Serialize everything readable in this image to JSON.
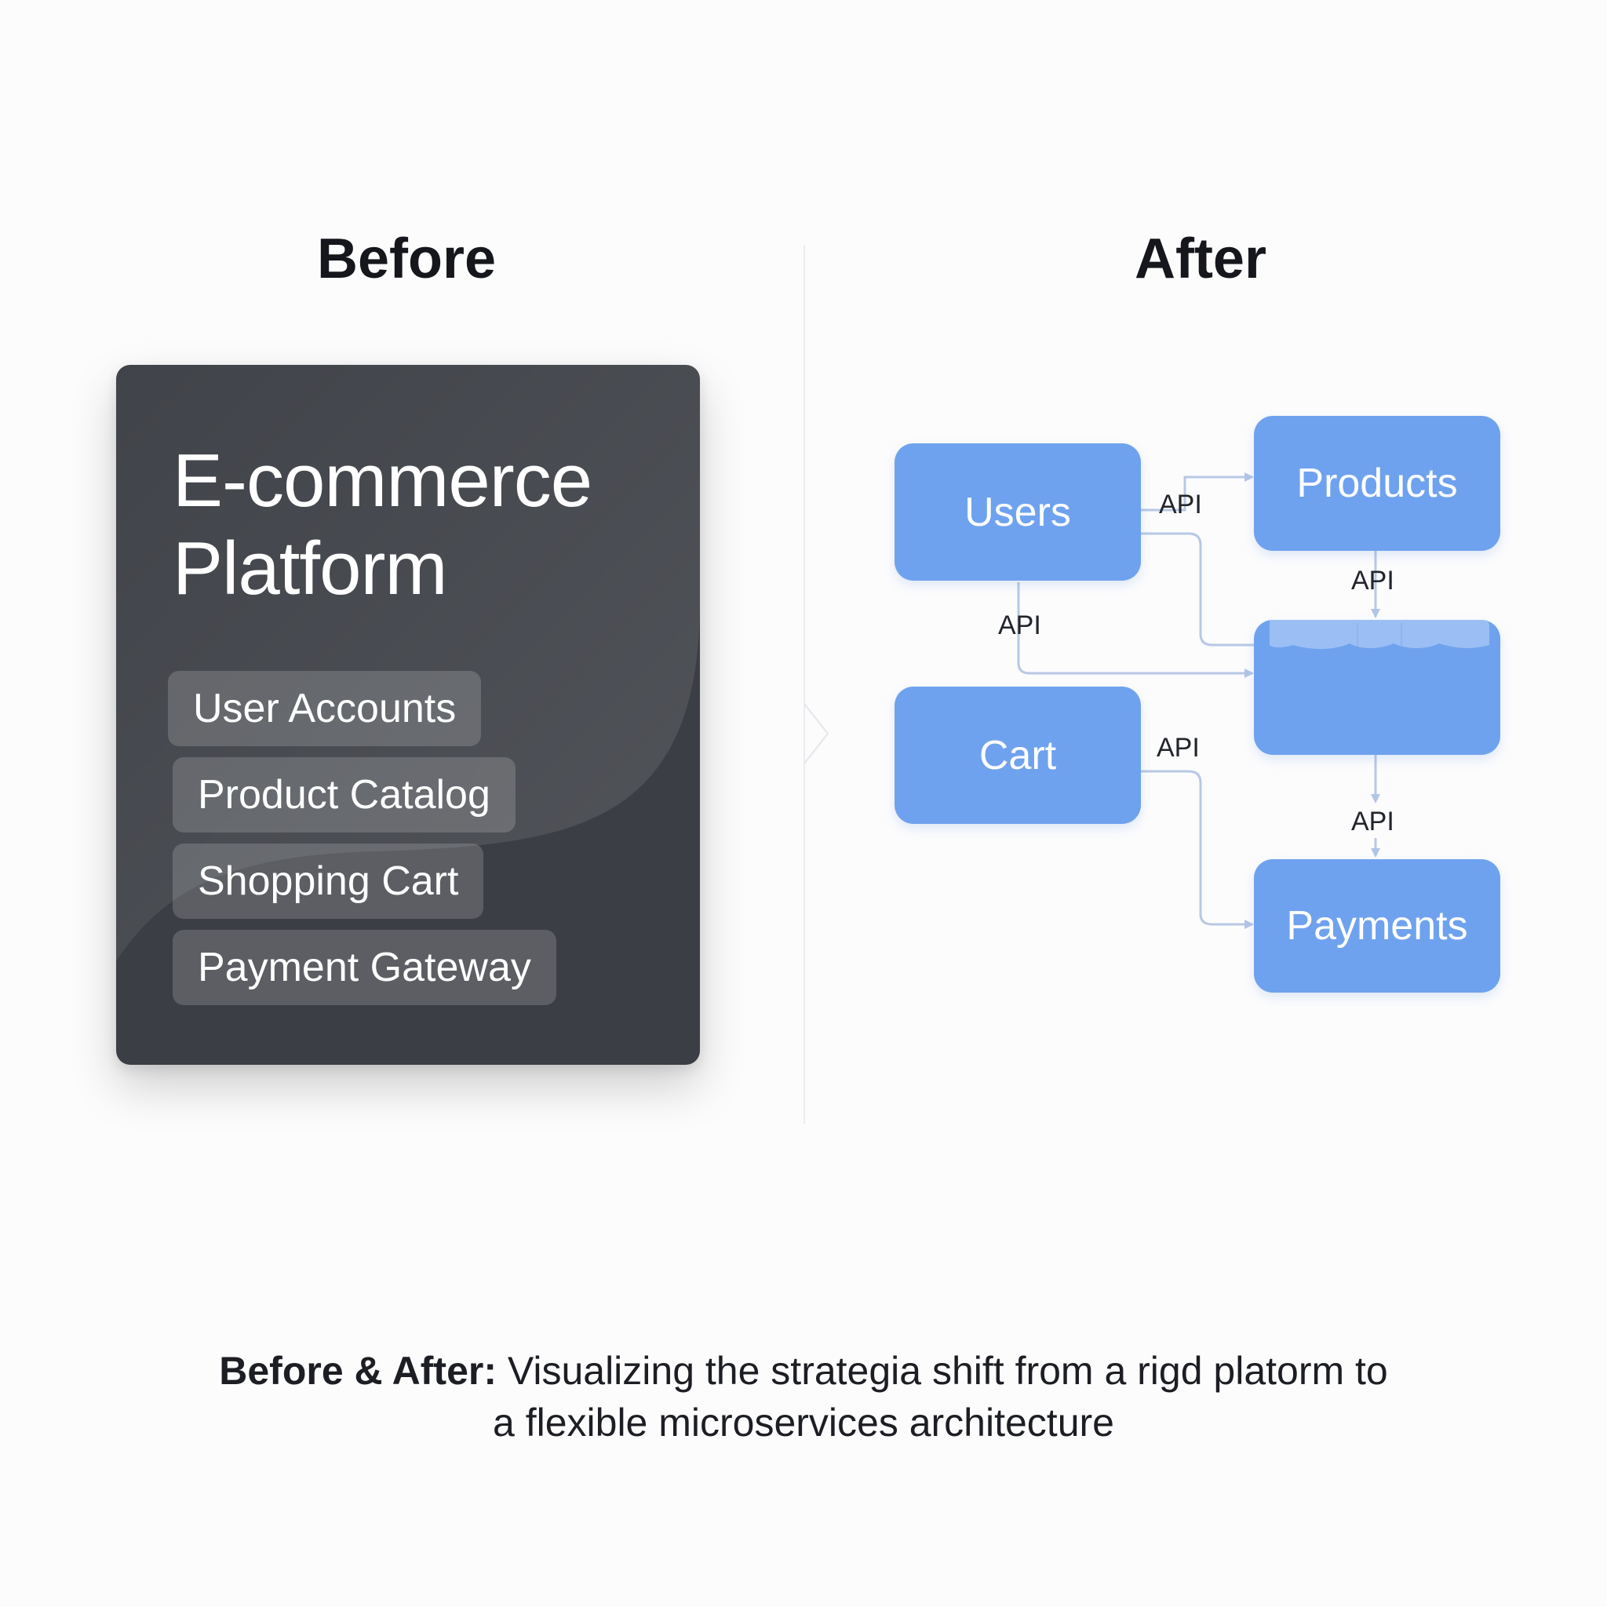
{
  "before": {
    "heading": "Before",
    "title": "E-commerce Platform",
    "modules": [
      "User Accounts",
      "Product Catalog",
      "Shopping Cart",
      "Payment Gateway"
    ]
  },
  "after": {
    "heading": "After",
    "services": {
      "users": "Users",
      "products": "Products",
      "hub": "",
      "cart": "Cart",
      "payments": "Payments"
    },
    "connections": [
      {
        "from": "users",
        "to": "products",
        "label": "API"
      },
      {
        "from": "products",
        "to": "hub",
        "label": "API"
      },
      {
        "from": "users",
        "to": "hub",
        "label": "API"
      },
      {
        "from": "cart",
        "to": "payments",
        "label": "API"
      },
      {
        "from": "hub",
        "to": "payments",
        "label": "API"
      }
    ]
  },
  "caption": {
    "bold": "Before & After:",
    "text": " Visualizing the strategia shift from a rigd platorm to a flexible microservices architecture"
  },
  "colors": {
    "monolith": "#3b3e44",
    "service": "#6fa2ee",
    "connector": "#b8c8e4"
  }
}
